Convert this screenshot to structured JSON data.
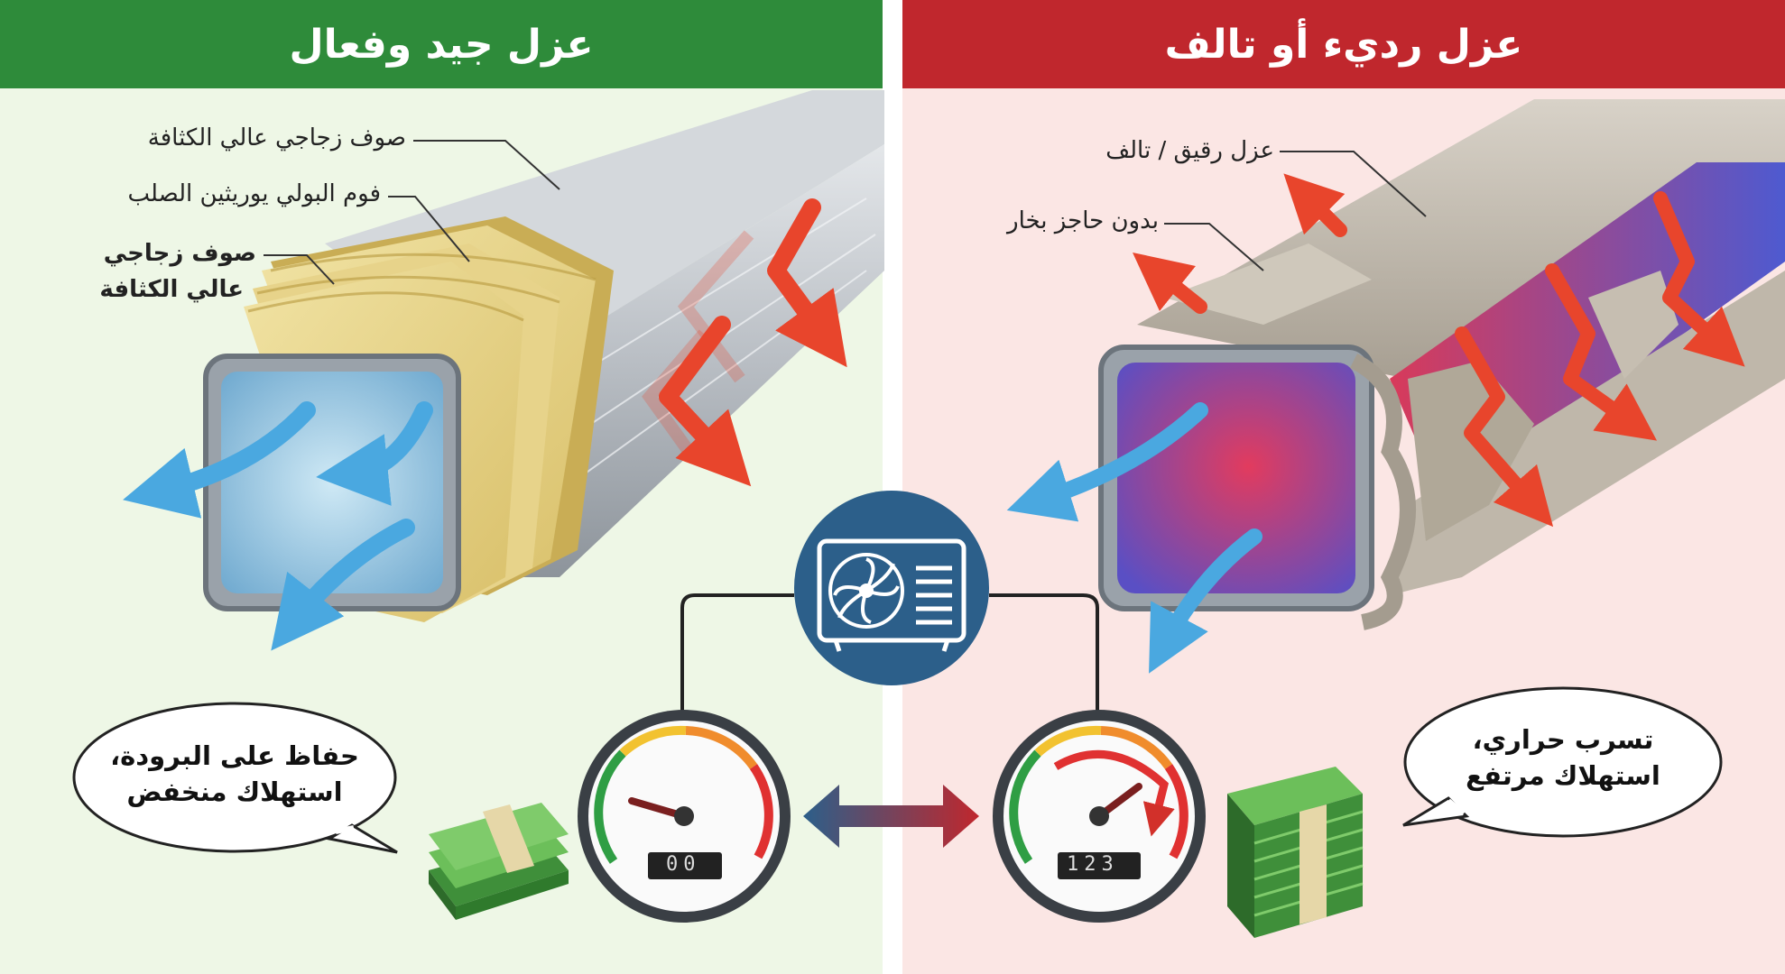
{
  "left_panel": {
    "title": "عزل جيد وفعال",
    "labels": {
      "outer_layer": "صوف زجاجي عالي الكثافة",
      "foam_layer": "فوم البولي يوريثين الصلب",
      "inner_layer_line1": "صوف زجاجي",
      "inner_layer_line2": "عالي الكثافة"
    },
    "bubble": {
      "line1": "حفاظ على البرودة،",
      "line2": "استهلاك منخفض"
    },
    "gauge_reading": "00"
  },
  "right_panel": {
    "title": "عزل رديء أو تالف",
    "labels": {
      "thin_insulation": "عزل رقيق / تالف",
      "no_vapor_barrier": "بدون حاجز بخار"
    },
    "bubble": {
      "line1": "تسرب حراري،",
      "line2": "استهلاك مرتفع"
    },
    "gauge_reading": "123"
  },
  "colors": {
    "good_green": "#2e8b3a",
    "bad_red": "#c0272d",
    "cold_blue": "#4aa8e0",
    "heat_red": "#e8452c",
    "ac_unit_blue": "#2c5f8a"
  },
  "icons": [
    "ac-unit-icon",
    "fan-icon",
    "gauge-icon",
    "money-stack-icon",
    "double-arrow-icon"
  ]
}
